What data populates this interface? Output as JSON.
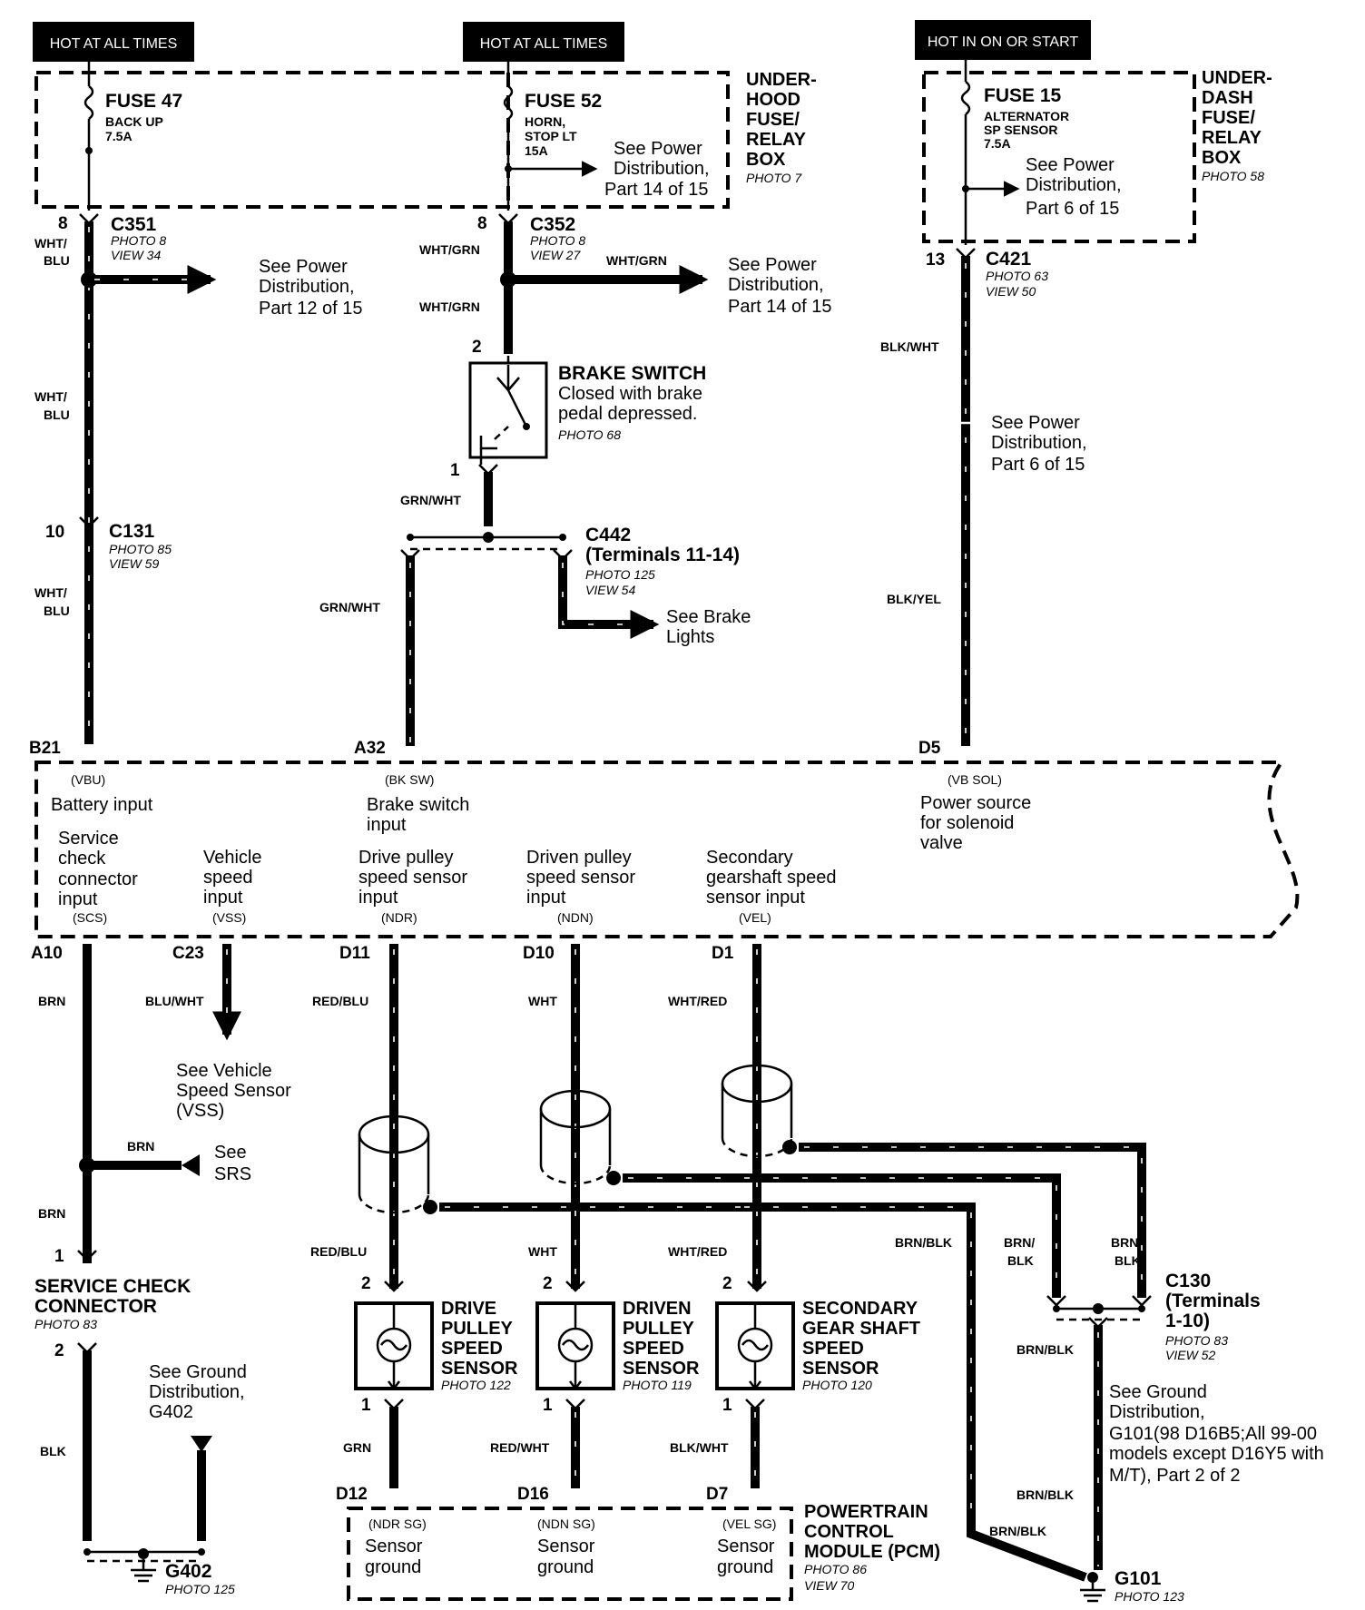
{
  "headers": {
    "hot_at_all_times_1": "HOT AT ALL TIMES",
    "hot_at_all_times_2": "HOT AT ALL TIMES",
    "hot_in_on_or_start": "HOT IN ON OR START"
  },
  "underhood_box": {
    "title": [
      "UNDER-",
      "HOOD",
      "FUSE/",
      "RELAY",
      "BOX"
    ],
    "photo": "PHOTO 7",
    "fuse47": {
      "name": "FUSE 47",
      "desc": "BACK UP",
      "rating": "7.5A"
    },
    "fuse52": {
      "name": "FUSE 52",
      "desc": [
        "HORN,",
        "STOP LT"
      ],
      "rating": "15A"
    },
    "ref": [
      "See Power",
      "Distribution,",
      "Part 14 of 15"
    ]
  },
  "underdash_box": {
    "title": [
      "UNDER-",
      "DASH",
      "FUSE/",
      "RELAY",
      "BOX"
    ],
    "photo": "PHOTO 58",
    "fuse15": {
      "name": "FUSE 15",
      "desc": [
        "ALTERNATOR",
        "SP SENSOR"
      ],
      "rating": "7.5A"
    },
    "ref": [
      "See Power",
      "Distribution,",
      "Part 6 of 15"
    ]
  },
  "connectors": {
    "c351": {
      "name": "C351",
      "pin": "8",
      "photo": "PHOTO 8",
      "view": "VIEW 34"
    },
    "c352": {
      "name": "C352",
      "pin": "8",
      "photo": "PHOTO 8",
      "view": "VIEW 27"
    },
    "c421": {
      "name": "C421",
      "pin": "13",
      "photo": "PHOTO 63",
      "view": "VIEW 50"
    },
    "c131": {
      "name": "C131",
      "pin": "10",
      "photo": "PHOTO 85",
      "view": "VIEW 59"
    },
    "c442": {
      "name": "C442",
      "terms": "(Terminals 11-14)",
      "photo": "PHOTO 125",
      "view": "VIEW 54"
    },
    "c130": {
      "name": "C130",
      "terms": [
        "(Terminals",
        "1-10)"
      ],
      "photo": "PHOTO 83",
      "view": "VIEW 52"
    }
  },
  "wires": {
    "wht_blu": [
      "WHT/",
      "BLU"
    ],
    "wht_grn": "WHT/GRN",
    "grn_wht": "GRN/WHT",
    "blk_wht": "BLK/WHT",
    "blk_yel": "BLK/YEL",
    "brn": "BRN",
    "blu_wht": "BLU/WHT",
    "red_blu": "RED/BLU",
    "wht": "WHT",
    "wht_red": "WHT/RED",
    "brn_blk": "BRN/BLK",
    "brn_blk_split": [
      "BRN/",
      "BLK"
    ],
    "grn": "GRN",
    "red_wht": "RED/WHT",
    "blk": "BLK"
  },
  "refs": {
    "pd12": [
      "See Power",
      "Distribution,",
      "Part 12 of 15"
    ],
    "pd14": [
      "See Power",
      "Distribution,",
      "Part 14 of 15"
    ],
    "pd6": [
      "See Power",
      "Distribution,",
      "Part 6 of 15"
    ],
    "brake_lights": [
      "See Brake",
      "Lights"
    ],
    "vss": [
      "See Vehicle",
      "Speed Sensor",
      "(VSS)"
    ],
    "srs": [
      "See",
      "SRS"
    ],
    "g402": [
      "See Ground",
      "Distribution,",
      "G402"
    ],
    "g101": [
      "See Ground",
      "Distribution,",
      "G101(98 D16B5;All 99-00",
      "models except D16Y5 with",
      "M/T), Part 2 of 2"
    ]
  },
  "brake_switch": {
    "title": "BRAKE SWITCH",
    "desc": [
      "Closed with brake",
      "pedal depressed."
    ],
    "photo": "PHOTO 68",
    "pin_top": "2",
    "pin_bottom": "1"
  },
  "pcm_top": {
    "pins": {
      "b21": "B21",
      "a32": "A32",
      "d5": "D5",
      "a10": "A10",
      "c23": "C23",
      "d11": "D11",
      "d10": "D10",
      "d1": "D1"
    },
    "signals": {
      "vbu": "(VBU)",
      "bksw": "(BK SW)",
      "vbsol": "(VB SOL)",
      "scs": "(SCS)",
      "vss": "(VSS)",
      "ndr": "(NDR)",
      "ndn": "(NDN)",
      "vel": "(VEL)"
    },
    "labels": {
      "battery": [
        "Battery input"
      ],
      "brake": [
        "Brake switch",
        "input"
      ],
      "solenoid": [
        "Power source",
        "for solenoid",
        "valve"
      ],
      "service": [
        "Service",
        "check",
        "connector",
        "input"
      ],
      "vehicle": [
        "Vehicle",
        "speed",
        "input"
      ],
      "drive": [
        "Drive pulley",
        "speed sensor",
        "input"
      ],
      "driven": [
        "Driven pulley",
        "speed sensor",
        "input"
      ],
      "secondary": [
        "Secondary",
        "gearshaft speed",
        "sensor input"
      ]
    }
  },
  "service_check": {
    "title": [
      "SERVICE CHECK",
      "CONNECTOR"
    ],
    "photo": "PHOTO 83",
    "pin1": "1",
    "pin2": "2"
  },
  "sensors": {
    "drive": {
      "title": [
        "DRIVE",
        "PULLEY",
        "SPEED",
        "SENSOR"
      ],
      "photo": "PHOTO 122"
    },
    "driven": {
      "title": [
        "DRIVEN",
        "PULLEY",
        "SPEED",
        "SENSOR"
      ],
      "photo": "PHOTO 119"
    },
    "secondary": {
      "title": [
        "SECONDARY",
        "GEAR SHAFT",
        "SPEED",
        "SENSOR"
      ],
      "photo": "PHOTO 120"
    },
    "pin_top": "2",
    "pin_bottom": "1"
  },
  "pcm_bottom": {
    "pins": {
      "d12": "D12",
      "d16": "D16",
      "d7": "D7"
    },
    "signals": {
      "ndrsg": "(NDR SG)",
      "ndnsg": "(NDN SG)",
      "velsg": "(VEL SG)"
    },
    "sensor_ground": [
      "Sensor",
      "ground"
    ],
    "title": [
      "POWERTRAIN",
      "CONTROL",
      "MODULE (PCM)"
    ],
    "photo": "PHOTO 86",
    "view": "VIEW 70"
  },
  "grounds": {
    "g402": {
      "name": "G402",
      "photo": "PHOTO 125"
    },
    "g101": {
      "name": "G101",
      "photo": "PHOTO 123"
    }
  }
}
